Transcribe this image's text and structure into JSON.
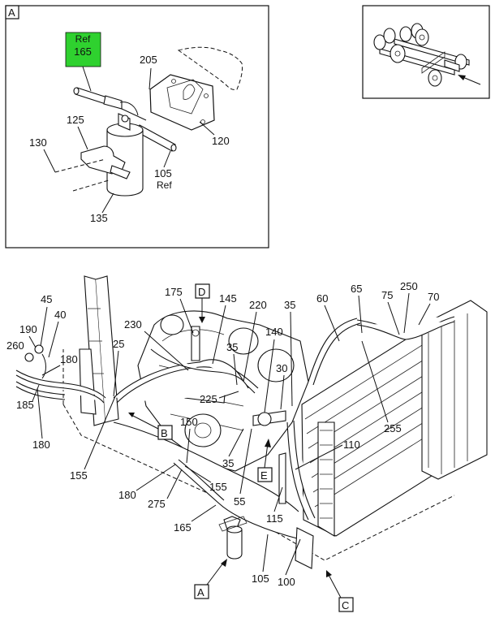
{
  "inset_a": {
    "tag": "A",
    "highlight": {
      "ref": "Ref",
      "number": "165",
      "color": "#2fd12f"
    },
    "callouts": [
      "205",
      "125",
      "130",
      "120",
      "105",
      "Ref",
      "135"
    ]
  },
  "main": {
    "view_tags": [
      "D",
      "B",
      "E",
      "A",
      "C"
    ],
    "callouts": [
      "175",
      "145",
      "220",
      "35",
      "60",
      "65",
      "75",
      "250",
      "70",
      "45",
      "40",
      "190",
      "260",
      "180",
      "185",
      "180",
      "25",
      "230",
      "140",
      "35",
      "30",
      "225",
      "255",
      "150",
      "110",
      "35",
      "155",
      "155",
      "55",
      "180",
      "275",
      "165",
      "115",
      "105",
      "100"
    ]
  }
}
